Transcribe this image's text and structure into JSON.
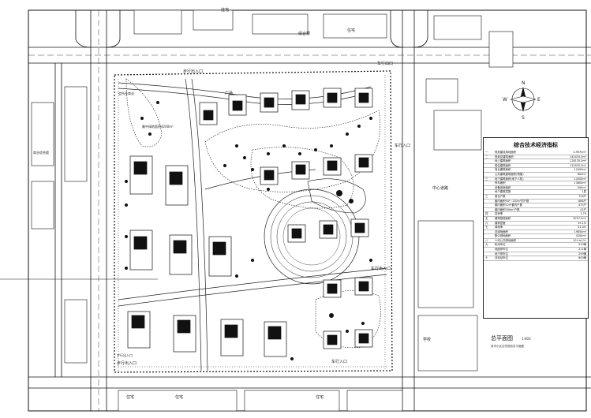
{
  "labels": {
    "top_building_a": "住宅",
    "top_building_b": "综合楼",
    "top_building_c": "住宅",
    "entry_north_left": "步行出入口",
    "entry_north_right": "车行出口",
    "plaza_top": "广场",
    "green_area": "集中绿地面积4200m²",
    "left_facility": "会所及商业",
    "left_building": "商业综合楼",
    "right_mid_road": "中心道路",
    "right_entry_mid": "车行入口",
    "right_entry_east": "车行出入口",
    "bottom_entry_left": "步行出入口",
    "bottom_entry_right": "车行入口",
    "bottom_building_a": "住宅",
    "bottom_building_b": "住宅",
    "bottom_building_c": "住宅",
    "school": "学校",
    "south_road": "步行出入口"
  },
  "legend": {
    "title": "综合技术经济指标",
    "rows": [
      {
        "n": "一",
        "k": "规划建设用地面积",
        "v": "4.997hm²"
      },
      {
        "n": "二",
        "k": "规划总建筑面积",
        "v": "142435.3m²"
      },
      {
        "n": "",
        "k": "地上建筑面积",
        "v": "128135.3m²"
      },
      {
        "n": "",
        "k": "居住建筑面积",
        "v": "115935.3m²"
      },
      {
        "n": "",
        "k": "商业建筑面积",
        "v": "12400m²"
      },
      {
        "n": "",
        "k": "公共建筑建筑面积(物管)",
        "v": "800m²"
      },
      {
        "n": "三",
        "k": "地下建筑面积(地下人防)",
        "v": "14300m²"
      },
      {
        "n": "",
        "k": "停车面积",
        "v": "13800m²"
      },
      {
        "n": "",
        "k": "设备用房面积",
        "v": "500m²"
      },
      {
        "n": "",
        "k": "地下建筑层数",
        "v": "1层"
      },
      {
        "n": "三",
        "k": "居住户数",
        "v": "728户"
      },
      {
        "n": "",
        "k": "套内面积90²~130m²的户数",
        "v": "686户"
      },
      {
        "n": "",
        "k": "套内面积120²套内户数",
        "v": "475户"
      },
      {
        "n": "",
        "k": "套内面积180m²户数",
        "v": "42户"
      },
      {
        "n": "四",
        "k": "容积率",
        "v": "2.79"
      },
      {
        "n": "五",
        "k": "建筑基底面积",
        "v": "8707.5m²"
      },
      {
        "n": "六",
        "k": "建筑密度",
        "v": "19.1%"
      },
      {
        "n": "七",
        "k": "绿地率",
        "v": "41.0%"
      },
      {
        "n": "",
        "k": "总绿地面积",
        "v": "19850m²"
      },
      {
        "n": "",
        "k": "集中绿地面积",
        "v": "4200m²"
      },
      {
        "n": "八",
        "k": "人均公共绿地面积",
        "v": "10.1m²/人"
      },
      {
        "n": "九",
        "k": "机动车位",
        "v": "510辆"
      },
      {
        "n": "",
        "k": "地面停车位",
        "v": "211辆"
      },
      {
        "n": "",
        "k": "地下停车位",
        "v": "299辆"
      },
      {
        "n": "十",
        "k": "非机动车位",
        "v": "800辆"
      }
    ]
  },
  "title_block": {
    "title": "总平面图",
    "scale": "1:800",
    "subtitle": "某市小区住宅规划总平面图"
  },
  "north_arrow": {
    "n": "N",
    "s": "S",
    "e": "E",
    "w": "W"
  }
}
